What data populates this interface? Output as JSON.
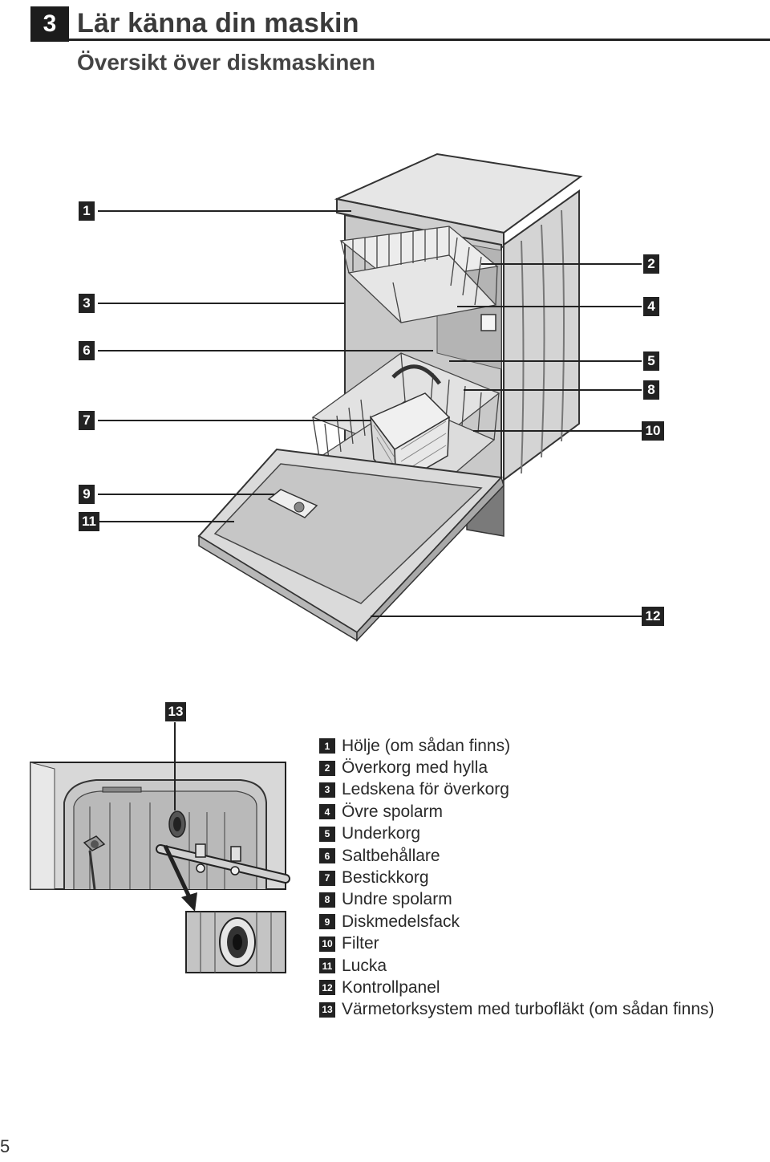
{
  "section": {
    "number": "3",
    "title": "Lär känna din maskin"
  },
  "subtitle": "Översikt över diskmaskinen",
  "callouts": [
    "1",
    "2",
    "3",
    "4",
    "5",
    "6",
    "7",
    "8",
    "9",
    "10",
    "11",
    "12",
    "13"
  ],
  "legend": [
    {
      "num": "1",
      "text": "Hölje (om sådan finns)"
    },
    {
      "num": "2",
      "text": "Överkorg med hylla"
    },
    {
      "num": "3",
      "text": "Ledskena för överkorg"
    },
    {
      "num": "4",
      "text": "Övre spolarm"
    },
    {
      "num": "5",
      "text": "Underkorg"
    },
    {
      "num": "6",
      "text": "Saltbehållare"
    },
    {
      "num": "7",
      "text": "Bestickkorg"
    },
    {
      "num": "8",
      "text": "Undre spolarm"
    },
    {
      "num": "9",
      "text": "Diskmedelsfack"
    },
    {
      "num": "10",
      "text": "Filter"
    },
    {
      "num": "11",
      "text": "Lucka"
    },
    {
      "num": "12",
      "text": "Kontrollpanel"
    },
    {
      "num": "13",
      "text": "Värmetorksystem med turbofläkt (om sådan finns)"
    }
  ],
  "page_number": "5"
}
